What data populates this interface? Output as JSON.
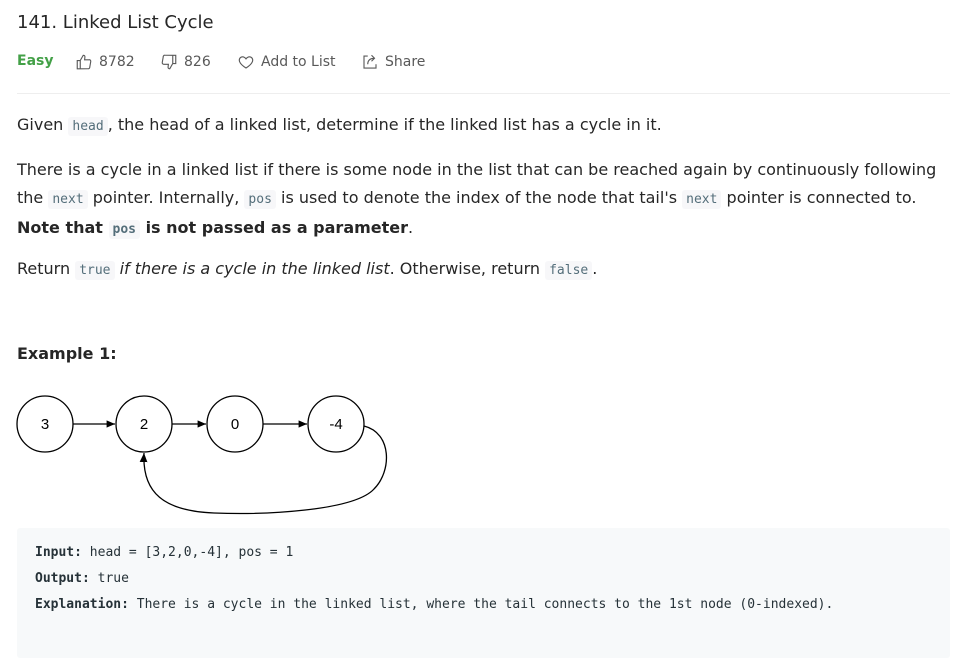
{
  "problem": {
    "title": "141. Linked List Cycle",
    "difficulty": "Easy",
    "likes": "8782",
    "dislikes": "826",
    "add_to_list_label": "Add to List",
    "share_label": "Share"
  },
  "description": {
    "p1_pre": "Given ",
    "p1_code": "head",
    "p1_post": ", the head of a linked list, determine if the linked list has a cycle in it.",
    "p2_a": "There is a cycle in a linked list if there is some node in the list that can be reached again by continuously following the ",
    "p2_code1": "next",
    "p2_b": " pointer. Internally, ",
    "p2_code2": "pos",
    "p2_c": " is used to denote the index of the node that tail's ",
    "p2_code3": "next",
    "p2_d": " pointer is connected to. ",
    "p2_bold1": "Note that ",
    "p2_code4": "pos",
    "p2_bold2": " is not passed as a parameter",
    "p2_end": ".",
    "p3_pre": "Return ",
    "p3_code1": "true",
    "p3_italic": " if there is a cycle in the linked list",
    "p3_mid": ". Otherwise, return ",
    "p3_code2": "false",
    "p3_end": "."
  },
  "example1": {
    "title": "Example 1:",
    "nodes": [
      "3",
      "2",
      "0",
      "-4"
    ],
    "input_label": "Input:",
    "input_value": " head = [3,2,0,-4], pos = 1",
    "output_label": "Output:",
    "output_value": " true",
    "explanation_label": "Explanation:",
    "explanation_value": " There is a cycle in the linked list, where the tail connects to the 1st node (0-indexed)."
  },
  "icons": {
    "like": "thumbs-up-icon",
    "dislike": "thumbs-down-icon",
    "add_to_list": "heart-icon",
    "share": "share-icon"
  },
  "colors": {
    "easy": "#43a047",
    "code_bg": "#f7f9fa"
  }
}
